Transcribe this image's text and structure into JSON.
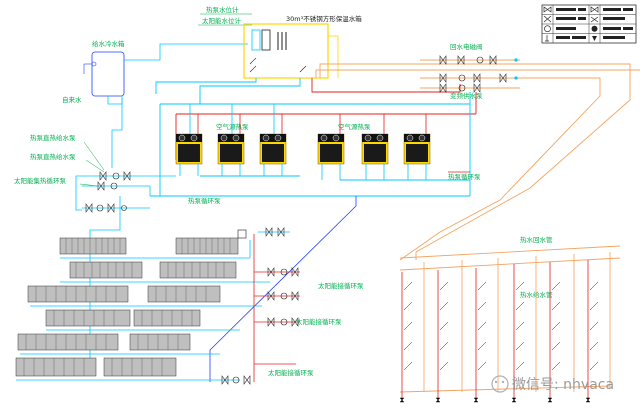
{
  "labels": {
    "cold_tank": "给水冷水箱",
    "tap_water": "自来水",
    "hw_level": "热泵水位计",
    "solar_level": "太阳能水位计",
    "stainless_tank": "30m³不锈钢方形保温水箱",
    "hp_supply_1": "热泵直热给水泵",
    "hp_supply_2": "热泵直热给水泵",
    "solar_pump": "太阳能集热循环泵",
    "ashp_1": "空气源热泵",
    "ashp_2": "空气源热泵",
    "hp_circ_pump": "热泵循环泵",
    "return_valve": "回水电磁阀",
    "var_freq_pump": "变频供水泵",
    "hot_circ_pump": "热泵循环泵",
    "hot_return_pipe": "热水回水管",
    "hot_supply_pipe": "热水给水管",
    "solar_loop_1": "太阳能接循环泵",
    "solar_loop_2": "太阳能接循环泵",
    "solar_loop_3": "太阳能接循环泵",
    "watermark": "微信号: nhvaca"
  },
  "colors": {
    "cyan_pipe": "#00c8ff",
    "red_pipe": "#e02020",
    "orange_pipe": "#f4a460",
    "blue_pipe": "#1e40ff",
    "label_green": "#00b050",
    "unit_yellow": "#ffd700"
  },
  "legend": {
    "rows": 4,
    "icons": [
      "valve-icon",
      "check-valve-icon",
      "pump-icon",
      "thermometer-icon"
    ]
  }
}
